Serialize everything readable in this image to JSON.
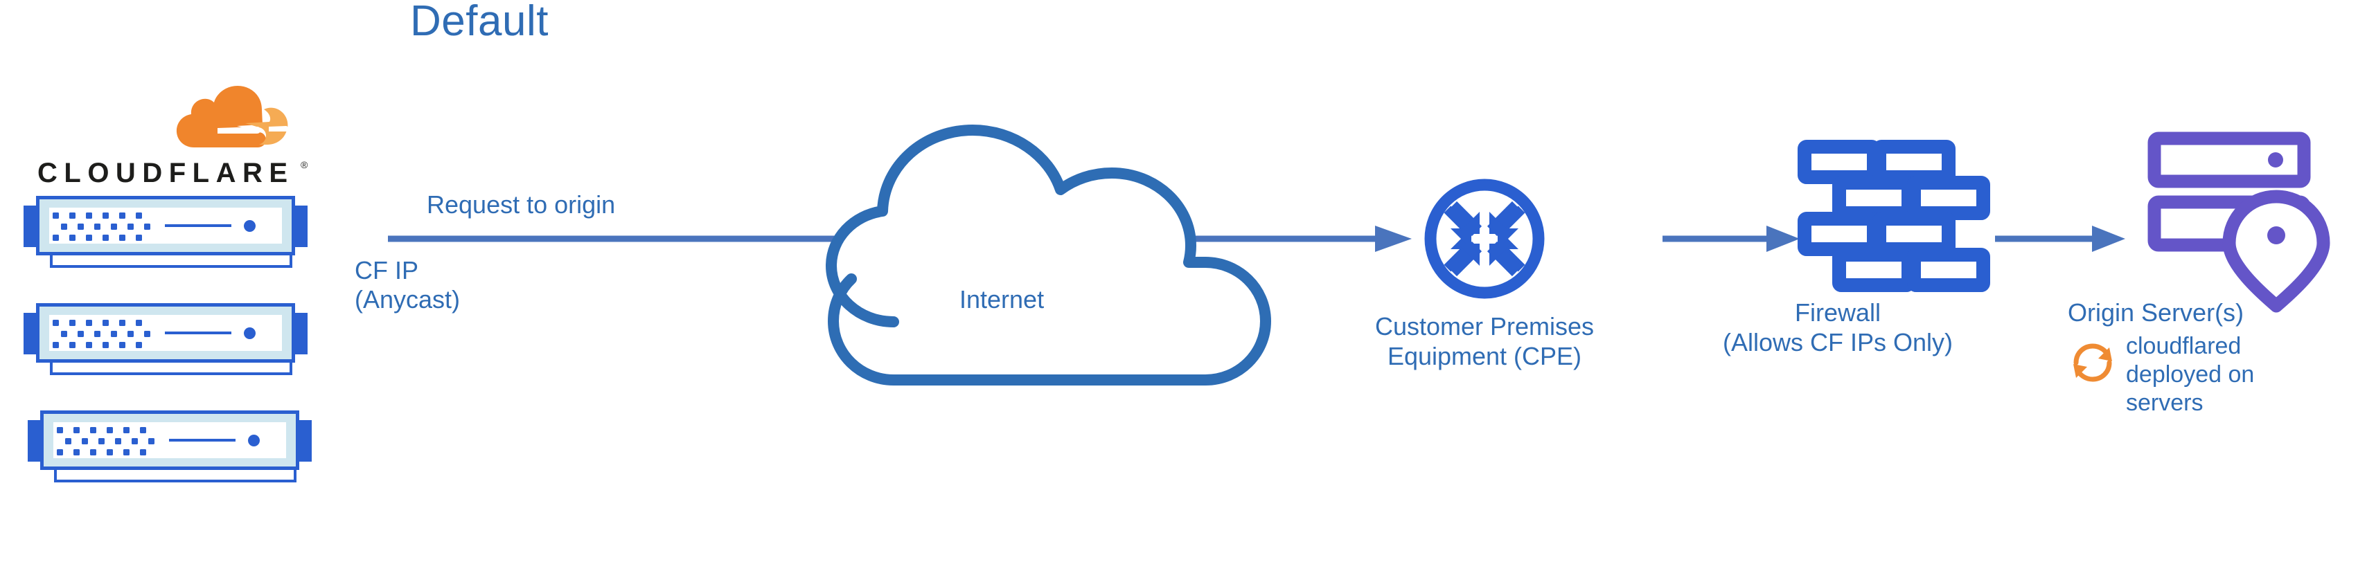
{
  "title": "Default",
  "colors": {
    "title_blue": "#2f6cb4",
    "label_blue": "#2f6cb4",
    "arrow_blue": "#4a74bd",
    "icon_blue": "#2a5fd0",
    "cloud_outline_blue": "#2e6db4",
    "server_body_fill": "#cfe6ef",
    "origin_purple": "#6455c8",
    "cloudflare_orange": "#f0852c",
    "cloudflare_orange_light": "#f5ab54",
    "wordmark_black": "#1d1d1b",
    "background": "#ffffff"
  },
  "logo": {
    "wordmark": "CLOUDFLARE",
    "registered_mark": "®",
    "icon_name": "cloudflare-cloud-icon"
  },
  "servers": {
    "count": 3,
    "icon_name": "network-switch-icon",
    "items": [
      {
        "name": "cloudflare-edge-server-1"
      },
      {
        "name": "cloudflare-edge-server-2"
      },
      {
        "name": "cloudflare-edge-server-3"
      }
    ]
  },
  "flow": {
    "request_label": "Request to origin",
    "source_label_line1": "CF IP",
    "source_label_line2": "(Anycast)",
    "arrows": [
      {
        "name": "arrow-cloudflare-to-cpe"
      },
      {
        "name": "arrow-cpe-to-firewall"
      },
      {
        "name": "arrow-firewall-to-origin"
      }
    ]
  },
  "nodes": {
    "internet": {
      "label": "Internet",
      "icon_name": "cloud-icon"
    },
    "cpe": {
      "label_line1": "Customer Premises",
      "label_line2": "Equipment (CPE)",
      "icon_name": "router-arrows-circle-icon"
    },
    "firewall": {
      "label_line1": "Firewall",
      "label_line2": "(Allows CF IPs Only)",
      "icon_name": "brick-wall-icon"
    },
    "origin": {
      "label": "Origin Server(s)",
      "icon_name": "server-location-pin-icon"
    }
  },
  "cloudflared": {
    "icon_name": "sync-arrows-icon",
    "line1": "cloudflared",
    "line2": "deployed on",
    "line3": "servers"
  }
}
